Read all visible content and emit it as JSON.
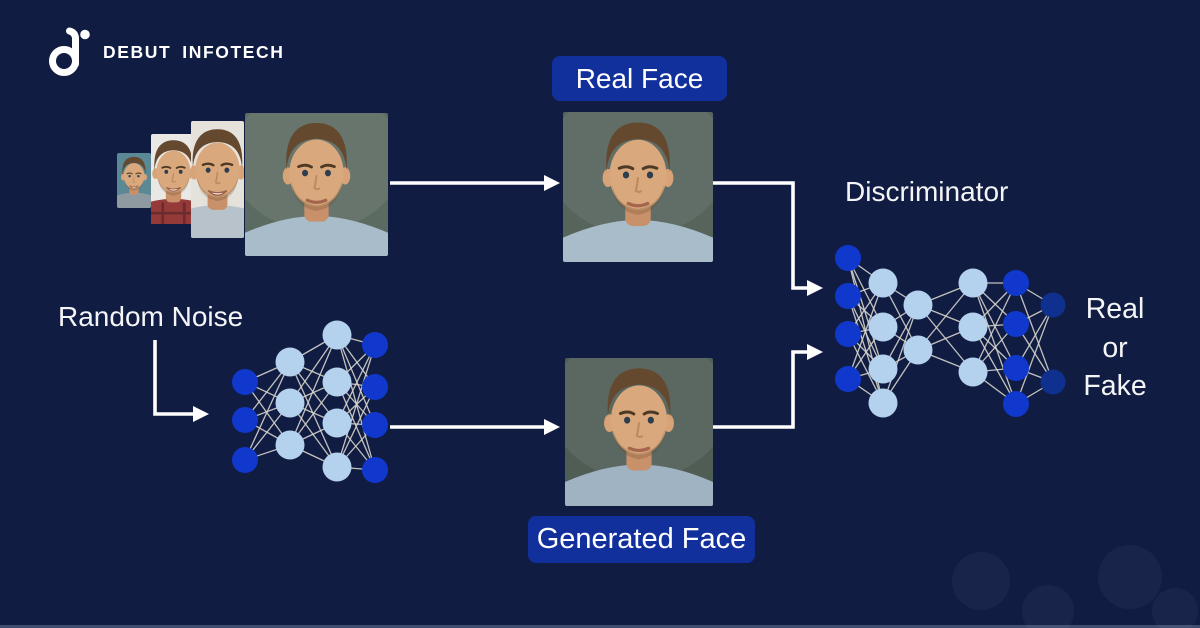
{
  "logo": {
    "brand_first": "DEBUT",
    "brand_second": "INFOTECH",
    "icon": "debut-infotech-logo"
  },
  "labels": {
    "real_face": "Real Face",
    "generated_face": "Generated Face",
    "random_noise": "Random Noise",
    "discriminator": "Discriminator",
    "output_lines": [
      "Real",
      "or",
      "Fake"
    ]
  },
  "colors": {
    "background": "#111c42",
    "label_box": "#12309c",
    "text": "#f4f5f7",
    "arrow": "#ffffff",
    "edge": "#d6d5cd",
    "node_dark": "#1138cc",
    "node_light": "#b4d1ee",
    "node_deep": "#0f308f"
  },
  "faces": {
    "stack": [
      {
        "name": "training-sample-1",
        "bg": "#4e7f8c",
        "shirt": "#8f9aa0",
        "smile": true,
        "plaid": false
      },
      {
        "name": "training-sample-2",
        "bg": "#e9e7e2",
        "shirt": "#943a38",
        "smile": true,
        "plaid": true
      },
      {
        "name": "training-sample-3",
        "bg": "#e3e0da",
        "shirt": "#b7c2ca",
        "smile": true,
        "plaid": false
      },
      {
        "name": "training-sample-4",
        "bg": "#5c6b62",
        "shirt": "#a9bcc9",
        "smile": false,
        "plaid": false
      }
    ],
    "real": {
      "bg": "#56645c",
      "shirt": "#a9bcc9",
      "smile": false,
      "plaid": false
    },
    "generated": {
      "bg": "#4f5d55",
      "shirt": "#9fb3c2",
      "smile": false,
      "plaid": false
    }
  },
  "diagram": {
    "generator_network": {
      "layers": [
        {
          "nodes": 3,
          "color": "node_dark"
        },
        {
          "nodes": 3,
          "color": "node_light"
        },
        {
          "nodes": 4,
          "color": "node_light"
        },
        {
          "nodes": 4,
          "color": "node_dark"
        }
      ]
    },
    "discriminator_network": {
      "layers": [
        {
          "nodes": 4,
          "color": "node_dark"
        },
        {
          "nodes": 4,
          "color": "node_light"
        },
        {
          "nodes": 2,
          "color": "node_light"
        },
        {
          "nodes": 3,
          "color": "node_light"
        },
        {
          "nodes": 4,
          "color": "node_dark"
        },
        {
          "nodes": 2,
          "color": "node_deep"
        }
      ]
    },
    "arrows": [
      {
        "from": "training-samples",
        "to": "real-face-image"
      },
      {
        "from": "random-noise-label",
        "to": "generator-network"
      },
      {
        "from": "generator-network",
        "to": "generated-face-image"
      },
      {
        "from": "real-face-image",
        "to": "discriminator-network"
      },
      {
        "from": "generated-face-image",
        "to": "discriminator-network"
      }
    ]
  }
}
